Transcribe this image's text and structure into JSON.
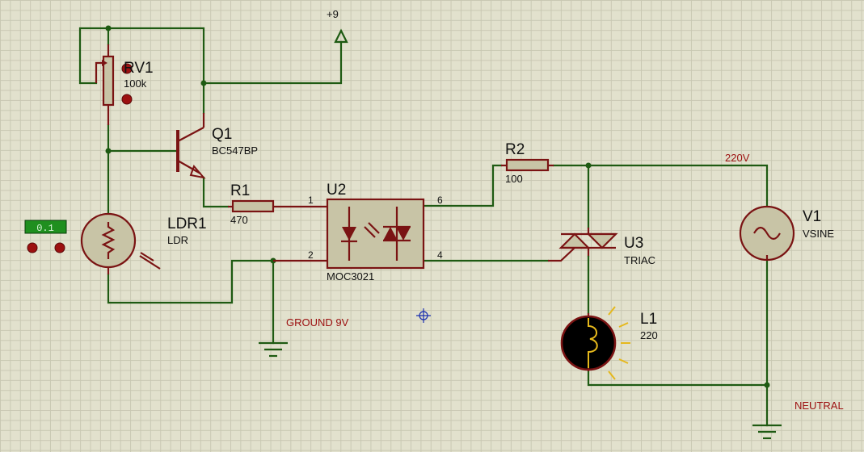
{
  "supply_label": "+9",
  "ground_label": "GROUND 9V",
  "net_labels": {
    "live": "220V",
    "neutral": "NEUTRAL"
  },
  "probe": {
    "value": "0.1"
  },
  "components": {
    "rv1": {
      "ref": "RV1",
      "value": "100k"
    },
    "q1": {
      "ref": "Q1",
      "value": "BC547BP"
    },
    "ldr1": {
      "ref": "LDR1",
      "value": "LDR"
    },
    "r1": {
      "ref": "R1",
      "value": "470"
    },
    "u2": {
      "ref": "U2",
      "value": "MOC3021",
      "pins": [
        "1",
        "2",
        "6",
        "4"
      ]
    },
    "r2": {
      "ref": "R2",
      "value": "100"
    },
    "u3": {
      "ref": "U3",
      "value": "TRIAC"
    },
    "v1": {
      "ref": "V1",
      "value": "VSINE"
    },
    "l1": {
      "ref": "L1",
      "value": "220"
    }
  },
  "colors": {
    "background": "#e2e1cd",
    "grid": "#c9c8b3",
    "wire": "#1e5a12",
    "component": "#7a1313",
    "net_label": "#9c1010",
    "component_fill": "#c8c4a6",
    "probe_display": "#1f8f1f",
    "lamp_glow": "#e5b81c"
  }
}
